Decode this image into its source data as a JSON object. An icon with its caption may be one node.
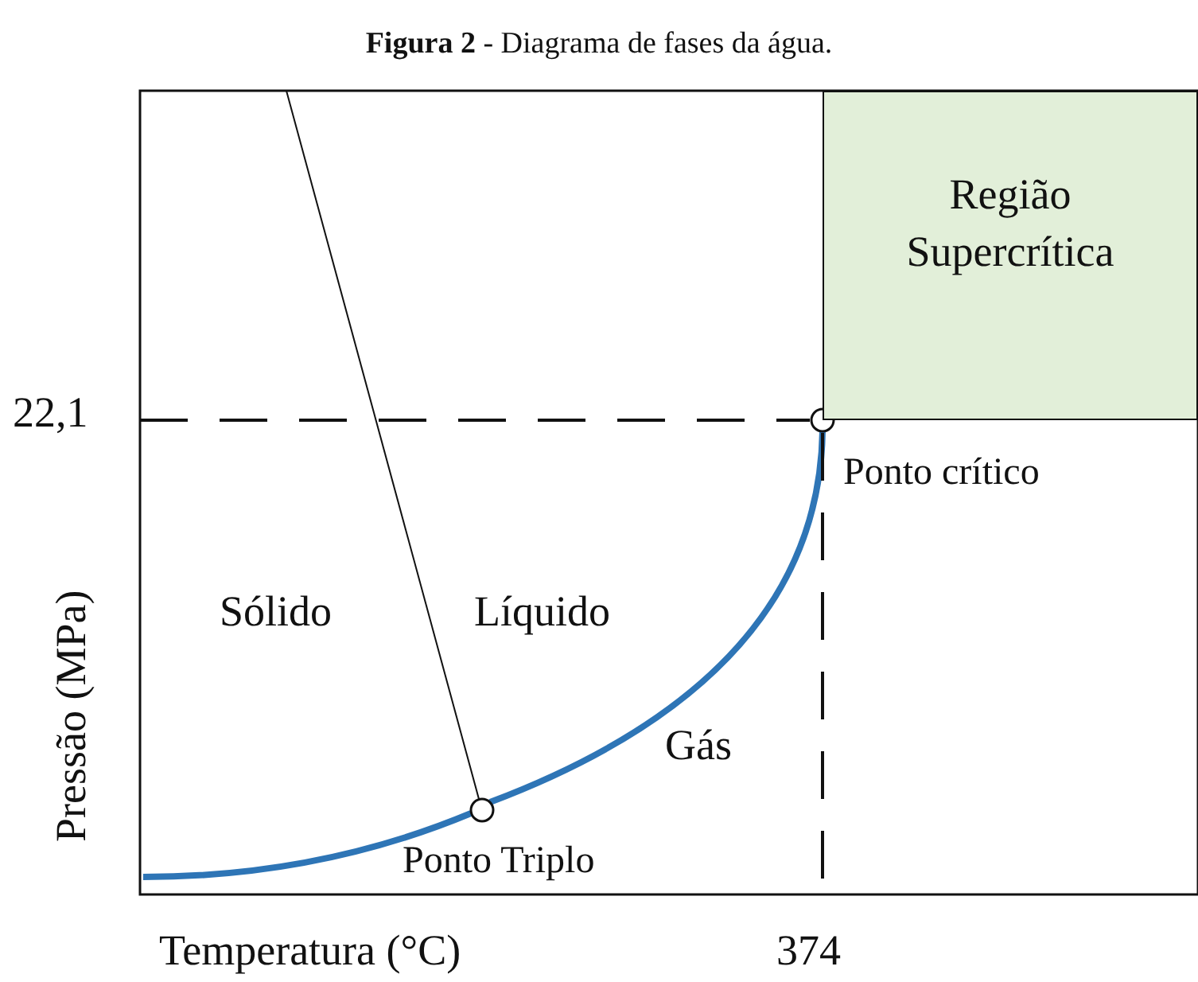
{
  "diagram": {
    "title": "**Figura 2** - Diagrama de fases da água.",
    "nodes": [
      {
        "text": [
          "Região Supercrítica"
        ]
      },
      {
        "text": [],
        "shape": "circle",
        "beside": [
          "Ponto crítico"
        ]
      },
      {
        "text": [],
        "shape": "circle",
        "beside": [
          "Ponto Triplo"
        ]
      }
    ],
    "edges": [
      {
        "from": null,
        "to": 2,
        "arrow": "none",
        "color": "#2e75b6"
      },
      {
        "from": 2,
        "to": 1,
        "arrow": "none",
        "color": "#2e75b6"
      },
      {
        "from": 2,
        "to": null,
        "arrow": "none",
        "color": "#111111"
      }
    ],
    "labels": [
      "22,1",
      "Sólido",
      "Líquido",
      "Gás",
      "Pressão (MPa)",
      "Temperatura (°C)",
      "374"
    ]
  }
}
